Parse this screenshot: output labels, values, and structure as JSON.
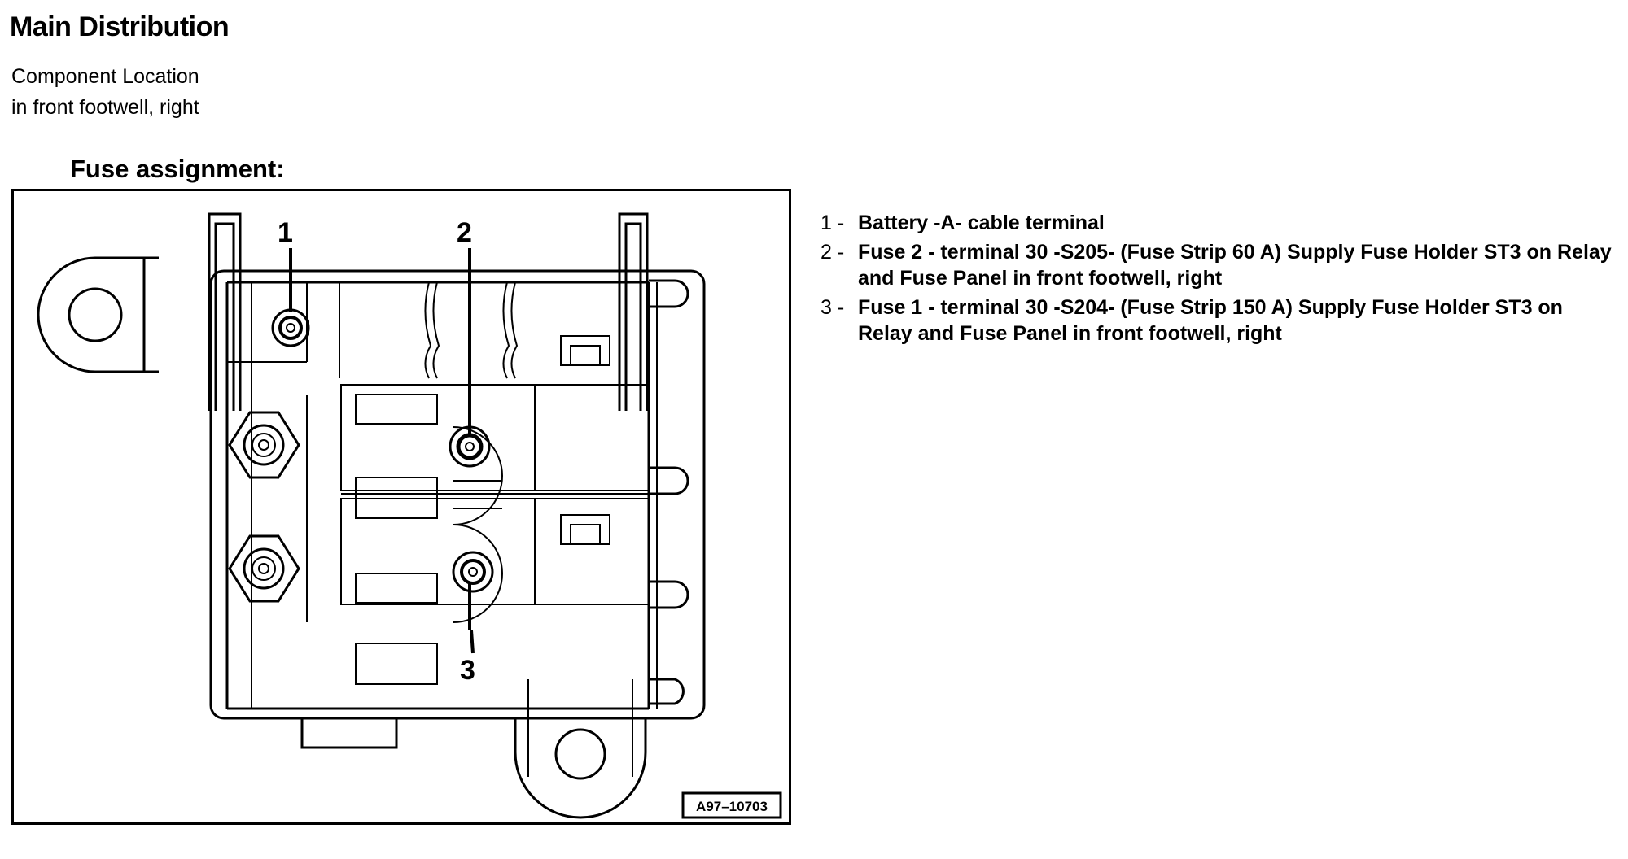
{
  "header": {
    "title": "Main Distribution",
    "subtitle_line1": "Component Location",
    "subtitle_line2": "in front footwell, right",
    "section_heading": "Fuse assignment:"
  },
  "diagram": {
    "callout_1": "1",
    "callout_2": "2",
    "callout_3": "3",
    "figure_id": "A97–10703"
  },
  "legend": [
    {
      "num": "1 -",
      "text": "Battery -A- cable terminal"
    },
    {
      "num": "2 -",
      "text": "Fuse 2 - terminal 30 -S205- (Fuse Strip 60 A) Supply Fuse Holder ST3 on Relay and Fuse Panel in front footwell, right"
    },
    {
      "num": "3 -",
      "text": "Fuse 1 - terminal 30 -S204- (Fuse Strip 150 A) Supply Fuse Holder ST3 on Relay and Fuse Panel in front footwell, right"
    }
  ]
}
